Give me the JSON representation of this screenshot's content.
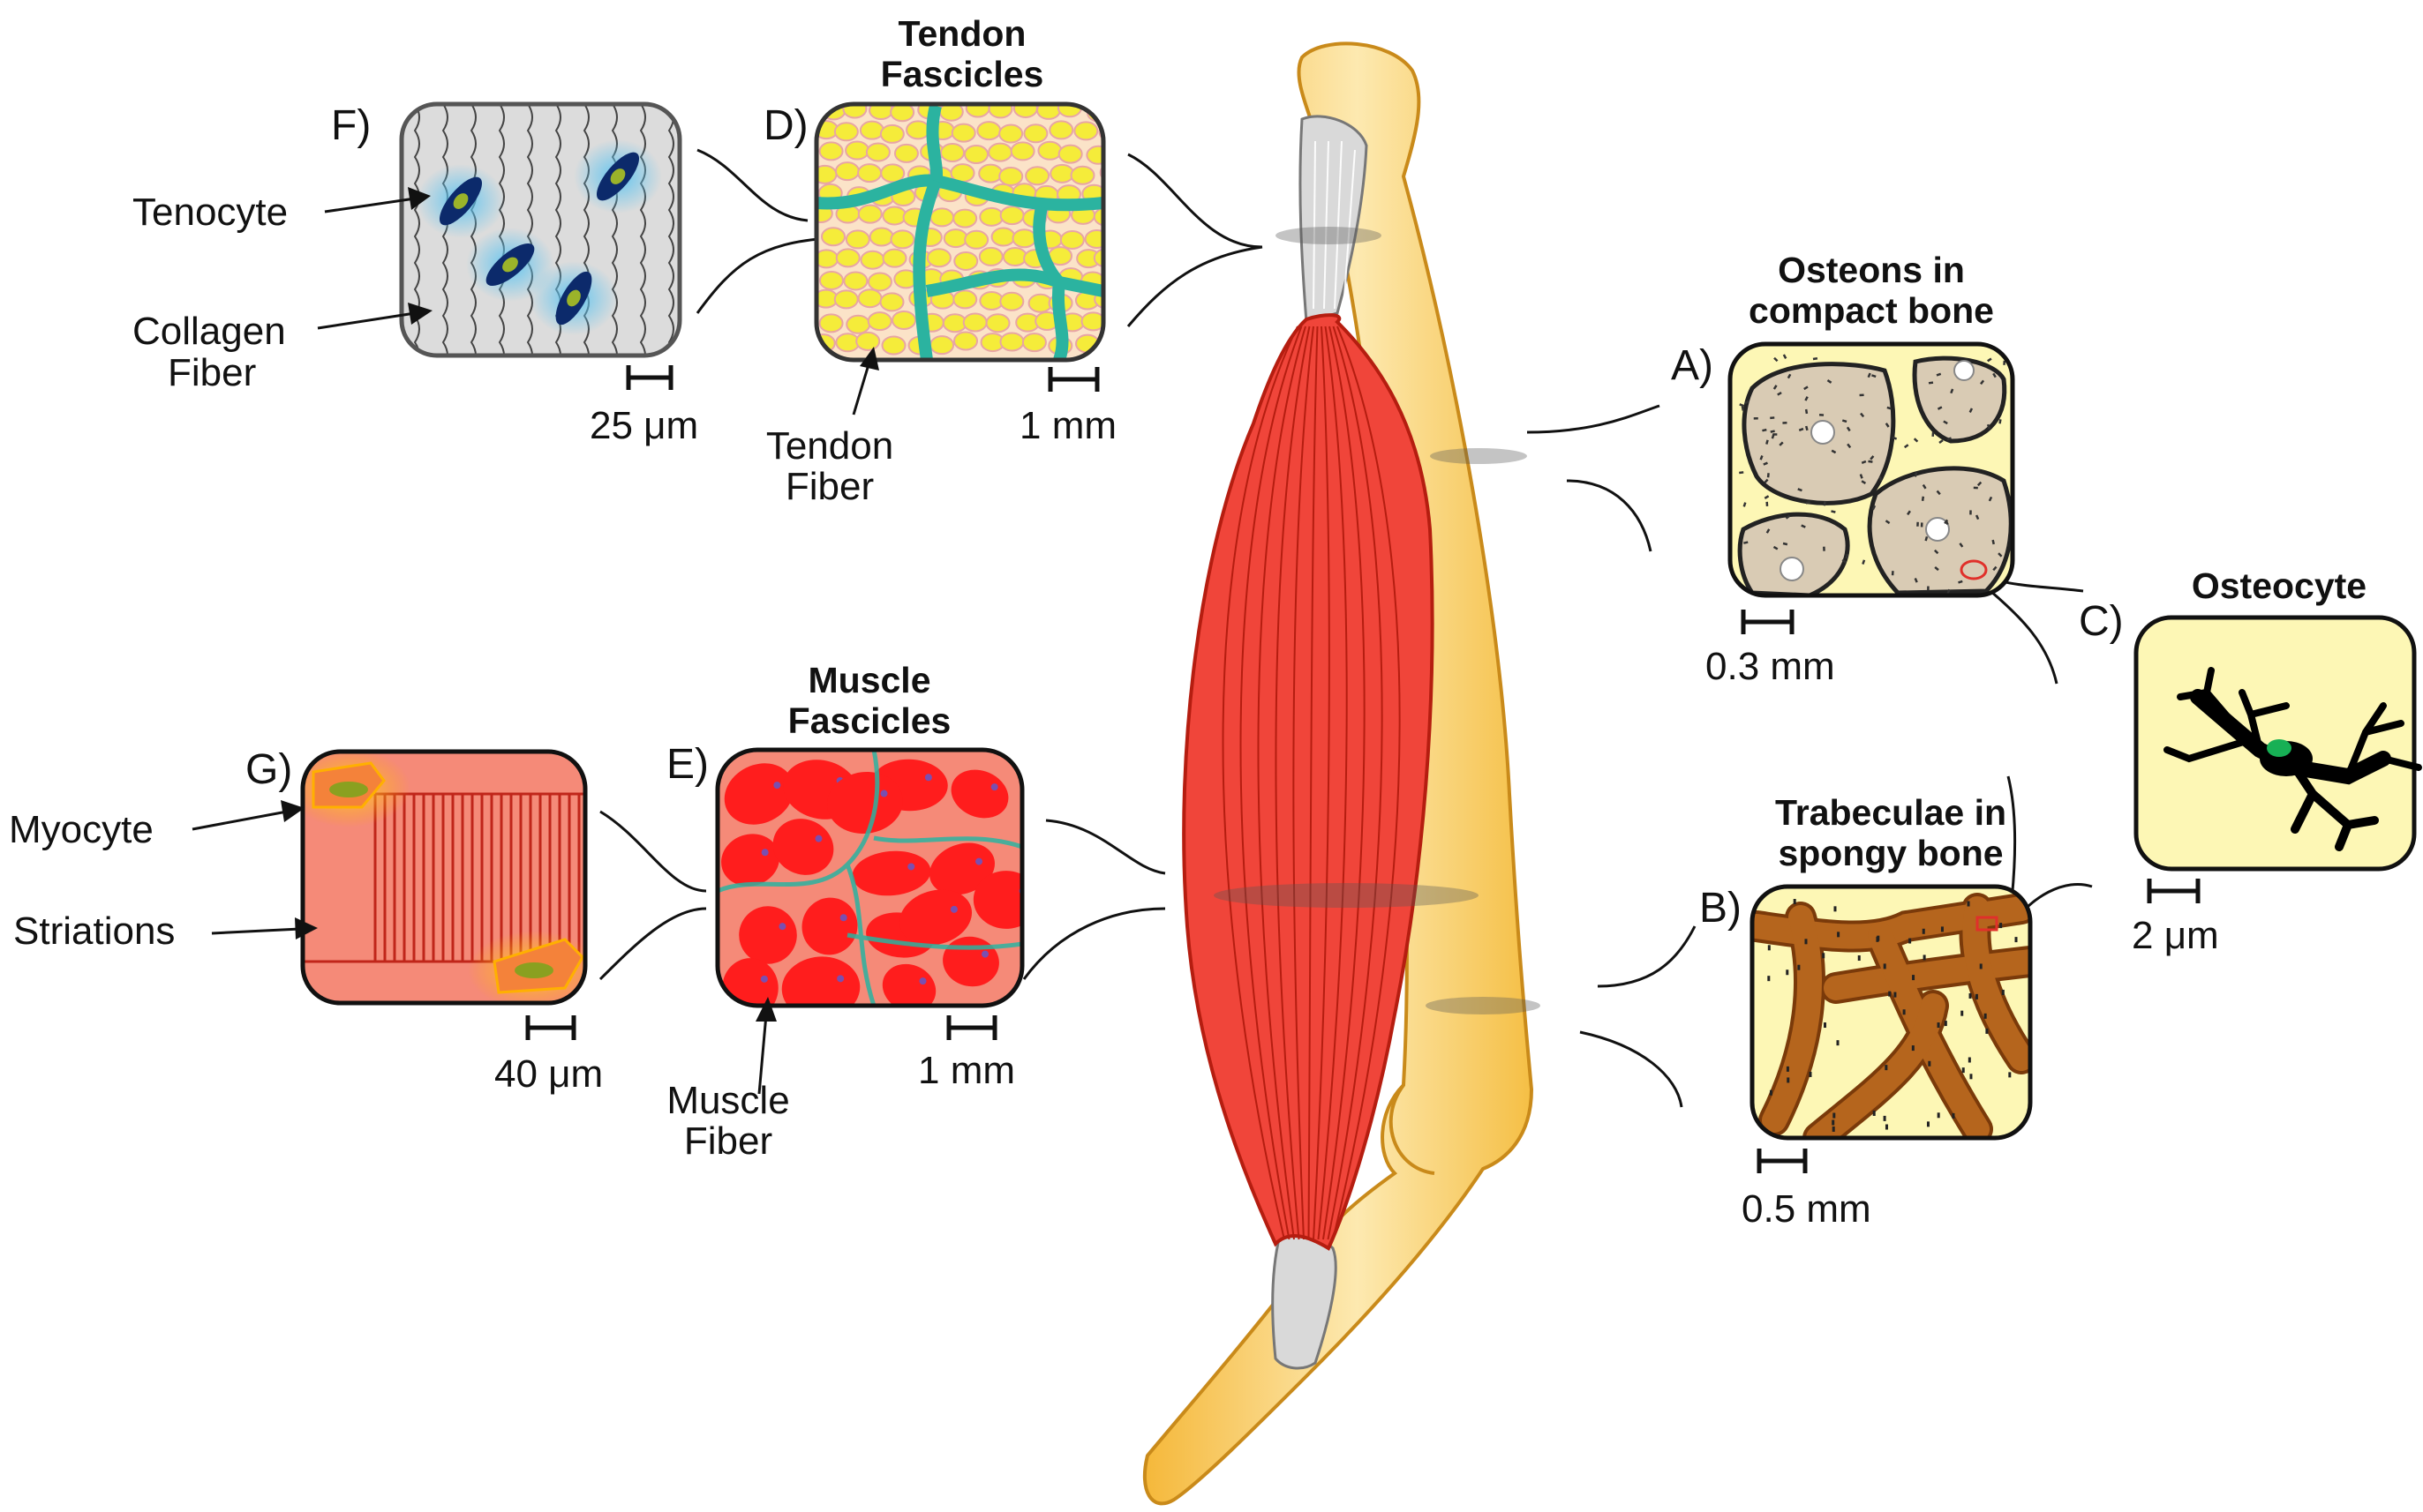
{
  "panels": {
    "F": {
      "letter": "F)",
      "scale": "25 μm",
      "labels": {
        "tenocyte": "Tenocyte",
        "collagen_l1": "Collagen",
        "collagen_l2": "Fiber"
      }
    },
    "D": {
      "letter": "D)",
      "title_l1": "Tendon",
      "title_l2": "Fascicles",
      "scale": "1 mm",
      "labels": {
        "fiber_l1": "Tendon",
        "fiber_l2": "Fiber"
      }
    },
    "A": {
      "letter": "A)",
      "title_l1": "Osteons in",
      "title_l2": "compact bone",
      "scale": "0.3 mm"
    },
    "C": {
      "letter": "C)",
      "title": "Osteocyte",
      "scale": "2 μm"
    },
    "B": {
      "letter": "B)",
      "title_l1": "Trabeculae in",
      "title_l2": "spongy bone",
      "scale": "0.5 mm"
    },
    "E": {
      "letter": "E)",
      "title_l1": "Muscle",
      "title_l2": "Fascicles",
      "scale": "1 mm",
      "labels": {
        "fiber_l1": "Muscle",
        "fiber_l2": "Fiber"
      }
    },
    "G": {
      "letter": "G)",
      "scale": "40 μm",
      "labels": {
        "myocyte": "Myocyte",
        "striations": "Striations"
      }
    }
  },
  "colors": {
    "bone": "#f7c84a",
    "bone_edge": "#c98a1a",
    "muscle": "#f0453a",
    "muscle_edge": "#b51d10",
    "tendon_gray": "#d9d9d9",
    "panel_yellow": "#fdf7b5",
    "tendon_fiber": "#f5ec3a",
    "tendon_matrix": "#2bb3a0",
    "muscle_fiber": "#ff1d1d",
    "muscle_bg": "#f58a78",
    "osteon": "#d9cbb4",
    "trabeculae": "#b5651d",
    "tenocyte_glow": "#5ec4f0",
    "tenocyte": "#0c2a6b"
  }
}
